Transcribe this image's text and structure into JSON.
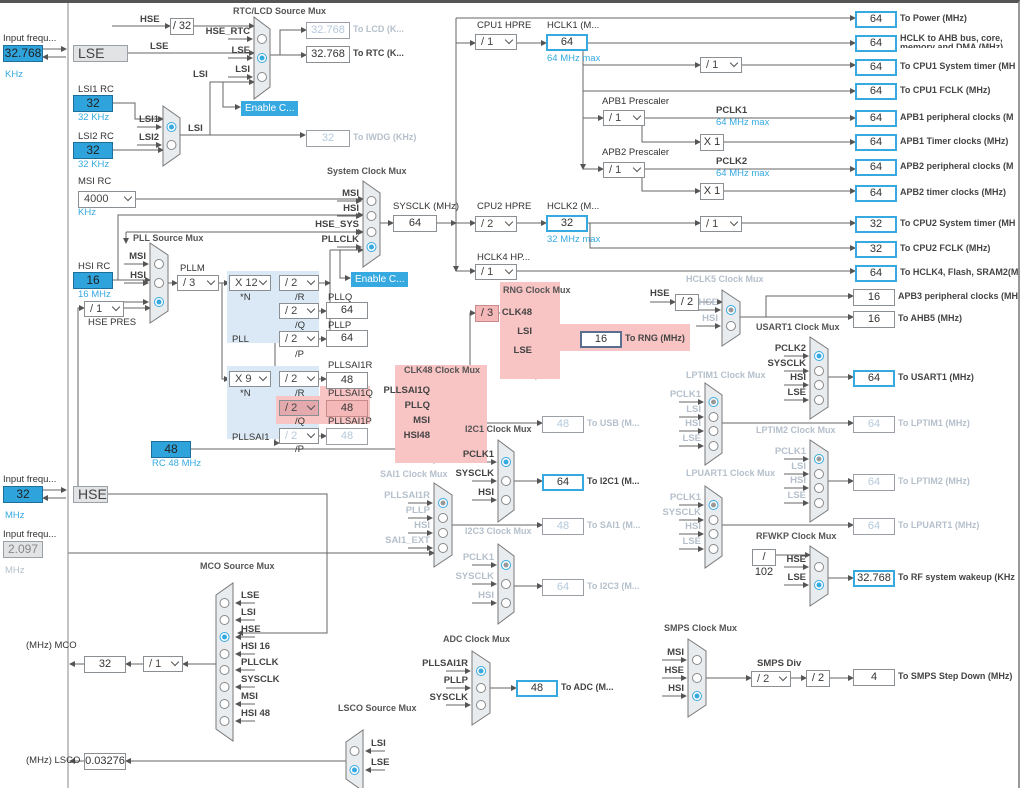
{
  "external_inputs": {
    "lse": {
      "label": "Input frequ...",
      "value": "32.768",
      "unit": "KHz",
      "block": "LSE"
    },
    "hse": {
      "label": "Input frequ...",
      "value": "32",
      "unit": "MHz",
      "block": "HSE"
    },
    "ext": {
      "label": "Input frequ...",
      "value": "2.097",
      "unit": "MHz"
    }
  },
  "oscillators": {
    "lsi1": {
      "label": "LSI1 RC",
      "value": "32",
      "note": "32 KHz"
    },
    "lsi2": {
      "label": "LSI2 RC",
      "value": "32",
      "note": "32 KHz"
    },
    "msi": {
      "label": "MSI RC",
      "value": "4000",
      "note": "KHz"
    },
    "hsi": {
      "label": "HSI RC",
      "value": "16",
      "note": "16 MHz"
    },
    "hsi48": {
      "value": "48",
      "note": "RC 48 MHz"
    }
  },
  "muxes": {
    "rtc": {
      "title": "RTC/LCD Source Mux",
      "inputs": [
        "HSE_RTC",
        "LSE",
        "LSI"
      ],
      "selected": 1
    },
    "lsi": {
      "inputs": [
        "LSI1",
        "LSI2"
      ],
      "selected": 0,
      "output": "LSI"
    },
    "sys": {
      "title": "System Clock Mux",
      "inputs": [
        "MSI",
        "HSI",
        "HSE_SYS",
        "PLLCLK"
      ],
      "selected": 3
    },
    "pll": {
      "title": "PLL Source Mux",
      "inputs": [
        "MSI",
        "HSI",
        ""
      ],
      "selected": 2
    },
    "rng": {
      "title": "RNG Clock Mux",
      "inputs": [
        "CLK48",
        "LSI",
        "LSE"
      ],
      "selected": 0
    },
    "clk48": {
      "title": "CLK48 Clock Mux",
      "inputs": [
        "PLLSAI1Q",
        "PLLQ",
        "MSI",
        "HSI48"
      ],
      "selected": 0
    },
    "hclk5": {
      "title": "HCLK5 Clock Mux",
      "inputs": [
        "HSE",
        "HSI"
      ],
      "selected": 0
    },
    "usart1": {
      "title": "USART1 Clock Mux",
      "inputs": [
        "PCLK2",
        "SYSCLK",
        "HSI",
        "LSE"
      ],
      "selected": 0
    },
    "i2c1": {
      "title": "I2C1 Clock Mux",
      "inputs": [
        "PCLK1",
        "SYSCLK",
        "HSI"
      ],
      "selected": 0
    },
    "sai1": {
      "title": "SAI1 Clock Mux",
      "inputs": [
        "PLLSAI1R",
        "PLLP",
        "HSI",
        "SAI1_EXT"
      ],
      "selected": 0
    },
    "i2c3": {
      "title": "I2C3 Clock Mux",
      "inputs": [
        "PCLK1",
        "SYSCLK",
        "HSI"
      ],
      "selected": 0
    },
    "lptim1": {
      "title": "LPTIM1 Clock Mux",
      "inputs": [
        "PCLK1",
        "LSI",
        "HSI",
        "LSE"
      ],
      "selected": 0
    },
    "lptim2": {
      "title": "LPTIM2 Clock Mux",
      "inputs": [
        "PCLK1",
        "LSI",
        "HSI",
        "LSE"
      ],
      "selected": 0
    },
    "lpuart1": {
      "title": "LPUART1 Clock Mux",
      "inputs": [
        "PCLK1",
        "SYSCLK",
        "HSI",
        "LSE"
      ],
      "selected": 0
    },
    "rfwkp": {
      "title": "RFWKP Clock Mux",
      "inputs": [
        "HSE",
        "LSE"
      ],
      "selected": 1
    },
    "smps": {
      "title": "SMPS Clock Mux",
      "inputs": [
        "MSI",
        "HSE",
        "HSI"
      ],
      "selected": 2
    },
    "adc": {
      "title": "ADC Clock Mux",
      "inputs": [
        "PLLSAI1R",
        "PLLP",
        "SYSCLK"
      ],
      "selected": 0
    },
    "mco": {
      "title": "MCO Source Mux",
      "inputs": [
        "LSE",
        "LSI",
        "HSE",
        "HSI 16",
        "PLLCLK",
        "SYSCLK",
        "MSI",
        "HSI 48"
      ],
      "selected": 2
    },
    "lsco": {
      "title": "LSCO Source Mux",
      "inputs": [
        "LSI",
        "LSE"
      ],
      "selected": 1
    }
  },
  "values": {
    "lcd": "32.768",
    "rtc": "32.768",
    "iwdg": "32",
    "sysclk": "64",
    "hclk1": "64",
    "hclk2": "32",
    "power": "64",
    "ahb": "64",
    "cpu1_systimer": "64",
    "cpu1_fclk": "64",
    "apb1_periph": "64",
    "apb1_timer": "64",
    "apb2_periph": "64",
    "apb2_timer": "64",
    "cpu2_systimer": "32",
    "cpu2_fclk": "32",
    "hclk4": "64",
    "apb3": "16",
    "ahb5": "16",
    "rng": "16",
    "pllq": "64",
    "pllp": "64",
    "pllsai1r": "48",
    "pllsai1q": "48",
    "pllsai1p": "48",
    "usb": "48",
    "i2c1": "64",
    "sai1": "48",
    "i2c3": "64",
    "usart1": "64",
    "lptim1": "64",
    "lptim2": "64",
    "lpuart1": "64",
    "rfwkp": "32.768",
    "smps": "4",
    "adc": "48",
    "mco": "32",
    "lsco": "0.03276"
  },
  "value_labels": {
    "lcd": "To LCD (K...",
    "rtc": "To RTC (K...",
    "iwdg": "To IWDG (KHz)",
    "power": "To Power (MHz)",
    "ahb": "HCLK to AHB bus, core, memory and DMA (MHz)",
    "cpu1_systimer": "To CPU1 System timer (MH",
    "cpu1_fclk": "To CPU1 FCLK (MHz)",
    "apb1_periph": "APB1 peripheral clocks (M",
    "apb1_timer": "APB1 Timer clocks (MHz)",
    "apb2_periph": "APB2 peripheral clocks (M",
    "apb2_timer": "APB2 timer clocks (MHz)",
    "cpu2_systimer": "To CPU2 System timer (MH",
    "cpu2_fclk": "To CPU2 FCLK (MHz)",
    "hclk4": "To HCLK4, Flash, SRAM2(M",
    "apb3": "APB3 peripheral clocks (MH",
    "ahb5": "To AHB5 (MHz)",
    "rng": "To RNG (MHz)",
    "usb": "To USB (M...",
    "i2c1": "To I2C1 (M...",
    "sai1": "To SAI1 (M...",
    "i2c3": "To I2C3 (M...",
    "usart1": "To USART1 (MHz)",
    "lptim1": "To LPTIM1 (MHz)",
    "lptim2": "To LPTIM2 (MHz)",
    "lpuart1": "To LPUART1 (MHz)",
    "rfwkp": "To RF system wakeup (KHz",
    "smps": "To SMPS Step Down (MHz)",
    "adc": "To ADC (M..."
  },
  "dropdowns": {
    "cpu1_hpre": "/ 1",
    "cpu2_hpre": "/ 2",
    "hclk4_hpre": "/ 1",
    "apb1": "/ 1",
    "apb2": "/ 1",
    "cpu1_systimer": "/ 1",
    "cpu2_systimer": "/ 1",
    "pllm": "/ 3",
    "plln": "X 12",
    "pllr": "/ 2",
    "pllq": "/ 2",
    "pllp": "/ 2",
    "sai1n": "X 9",
    "sai1r": "/ 2",
    "sai1q": "/ 2",
    "sai1p": "/ 2",
    "hse_pres": "/ 1",
    "mco_div": "/ 1",
    "smps_div": "/ 2"
  },
  "fixed_dividers": {
    "hse_rtc": "/ 32",
    "apb1_timer_mul": "X 1",
    "apb2_timer_mul": "X 1",
    "rng_div": "/ 3",
    "hclk5_div": "/ 2",
    "rfwkp_div": "/ 102",
    "smps_div2": "/ 2"
  },
  "labels": {
    "hse_rtc_in": "HSE",
    "lse_rtc_in": "LSE",
    "lsi_rtc_in": "LSI",
    "cpu1_hpre": "CPU1 HPRE",
    "hclk1": "HCLK1 (M...",
    "hclk1_max": "64 MHz max",
    "apb1_prescaler": "APB1 Prescaler",
    "pclk1": "PCLK1",
    "pclk1_max": "64 MHz max",
    "apb2_prescaler": "APB2 Prescaler",
    "pclk2": "PCLK2",
    "pclk2_max": "64 MHz max",
    "cpu2_hpre": "CPU2 HPRE",
    "hclk2": "HCLK2 (M...",
    "hclk2_max": "32 MHz max",
    "hclk4_hpre": "HCLK4 HP...",
    "sysclk": "SYSCLK (MHz)",
    "pllm": "PLLM",
    "pll_n": "*N",
    "pll_r": "/R",
    "pll_q": "/Q",
    "pll_p": "/P",
    "pll": "PLL",
    "pllq": "PLLQ",
    "pllp": "PLLP",
    "pllsai1r": "PLLSAI1R",
    "pllsai1q": "PLLSAI1Q",
    "pllsai1p": "PLLSAI1P",
    "pllsai1": "PLLSAI1",
    "sai1_n": "*N",
    "sai1_r": "/R",
    "sai1_q": "/Q",
    "sai1_p": "/P",
    "hse_pres": "HSE PRES",
    "hclk5_hse": "HSE",
    "mco_out": "(MHz) MCO",
    "lsco_out": "(MHz) LSCO",
    "smps_div": "SMPS Div"
  },
  "buttons": {
    "enable_css_lse": "Enable C...",
    "enable_css_hse": "Enable C..."
  },
  "colors": {
    "accent": "#36a9e1",
    "source_fill": "#2fa4dc",
    "highlight": "#f8c4c4",
    "pll_panel": "#dbe8f5",
    "disabled_text": "#b5c0cc"
  }
}
